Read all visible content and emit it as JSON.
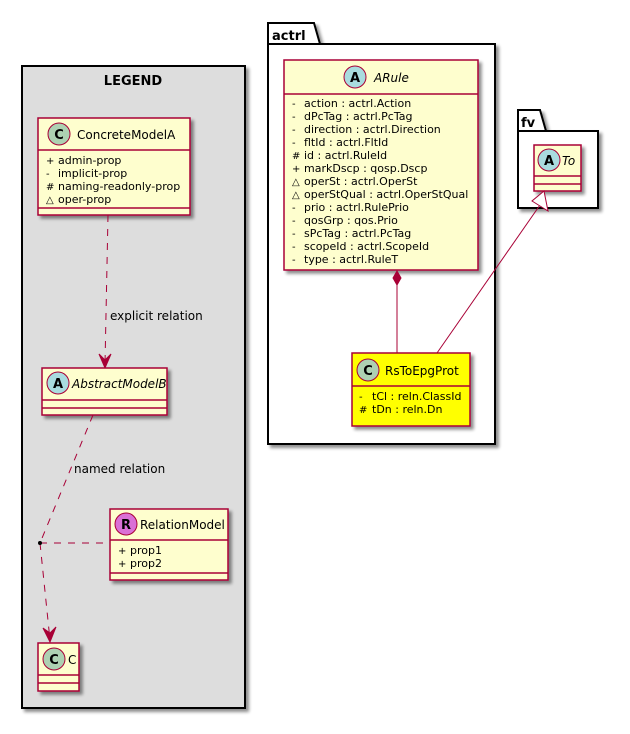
{
  "legend": {
    "title": "LEGEND",
    "concrete_model": {
      "name": "ConcreteModelA",
      "stereo": "C",
      "fields": [
        {
          "vis": "+",
          "name": "admin-prop"
        },
        {
          "vis": "-",
          "name": "implicit-prop"
        },
        {
          "vis": "#",
          "name": "naming-readonly-prop"
        },
        {
          "vis": "~",
          "name": "oper-prop"
        }
      ]
    },
    "abstract_model": {
      "name": "AbstractModelB",
      "stereo": "A"
    },
    "relation_model": {
      "name": "RelationModel",
      "stereo": "R",
      "fields": [
        {
          "vis": "+",
          "name": "prop1"
        },
        {
          "vis": "+",
          "name": "prop2"
        }
      ]
    },
    "c_model": {
      "name": "C",
      "stereo": "C"
    },
    "explicit_label": "explicit relation",
    "named_label": "named relation"
  },
  "actrl": {
    "package_name": "actrl",
    "arule": {
      "name": "ARule",
      "stereo": "A",
      "fields": [
        {
          "vis": "-",
          "name": "action : actrl.Action"
        },
        {
          "vis": "-",
          "name": "dPcTag : actrl.PcTag"
        },
        {
          "vis": "-",
          "name": "direction : actrl.Direction"
        },
        {
          "vis": "-",
          "name": "fltId : actrl.FltId"
        },
        {
          "vis": "#",
          "name": "id : actrl.RuleId"
        },
        {
          "vis": "+",
          "name": "markDscp : qosp.Dscp"
        },
        {
          "vis": "~",
          "name": "operSt : actrl.OperSt"
        },
        {
          "vis": "~",
          "name": "operStQual : actrl.OperStQual"
        },
        {
          "vis": "-",
          "name": "prio : actrl.RulePrio"
        },
        {
          "vis": "-",
          "name": "qosGrp : qos.Prio"
        },
        {
          "vis": "-",
          "name": "sPcTag : actrl.PcTag"
        },
        {
          "vis": "-",
          "name": "scopeId : actrl.ScopeId"
        },
        {
          "vis": "-",
          "name": "type : actrl.RuleT"
        }
      ]
    },
    "rs_to_epg_prot": {
      "name": "RsToEpgProt",
      "stereo": "C",
      "fields": [
        {
          "vis": "-",
          "name": "tCl : reln.ClassId"
        },
        {
          "vis": "#",
          "name": "tDn : reln.Dn"
        }
      ]
    }
  },
  "fv": {
    "package_name": "fv",
    "to": {
      "name": "To",
      "stereo": "A"
    }
  },
  "colors": {
    "class_fill": "#FEFECE",
    "highlight_fill": "#FFFF00",
    "border": "#A80036",
    "legend_bg": "#DDDDDD",
    "stereo_c": "#ADD1B2",
    "stereo_a": "#A9DCDF",
    "stereo_r": "#DA70D6"
  }
}
